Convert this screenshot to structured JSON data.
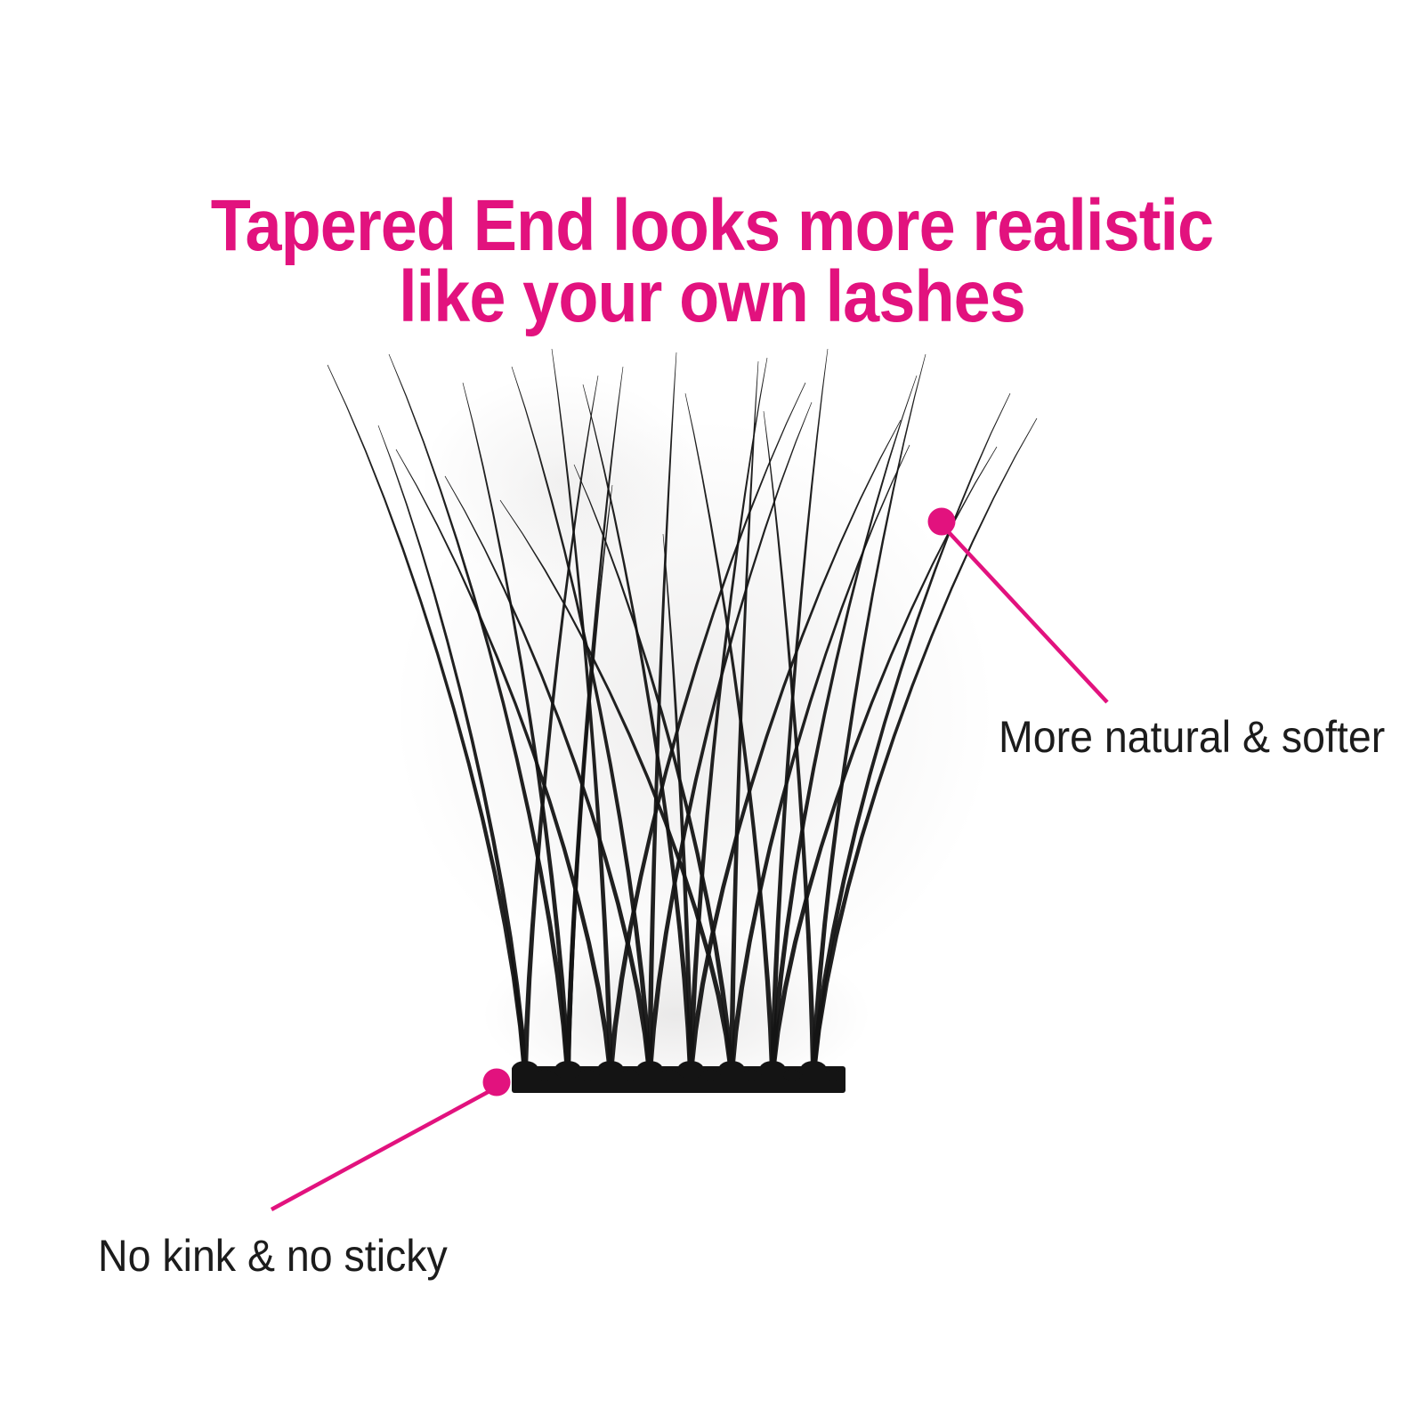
{
  "headline": {
    "line1": "Tapered End looks more realistic",
    "line2": "like your own lashes"
  },
  "callouts": [
    {
      "id": "natural",
      "label": "More natural & softer"
    },
    {
      "id": "nokink",
      "label": "No kink & no sticky"
    }
  ],
  "illustration": {
    "name": "lash-cluster-photo",
    "description": "black individual false-lash cluster fanned out from a dark base strip"
  },
  "colors": {
    "accent": "#e2127e",
    "text": "#1c1c1c",
    "lash": "#141414",
    "background": "#ffffff"
  }
}
